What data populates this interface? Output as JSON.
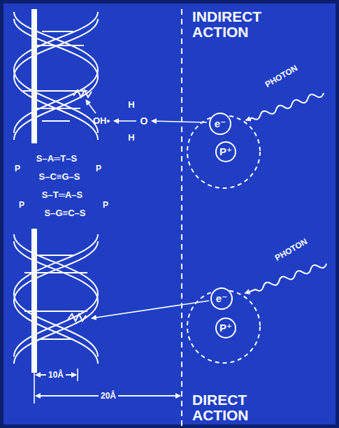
{
  "diagram": {
    "nodes": [
      {
        "text": [
          "e⁻"
        ]
      },
      {
        "text": [
          "P⁺"
        ]
      },
      {
        "text": [
          "e⁻"
        ]
      },
      {
        "text": [
          "P⁺"
        ]
      }
    ],
    "labels": [
      "INDIRECT ACTION",
      "PHOTON",
      "PHOTON",
      "DIRECT ACTION",
      "10Å",
      "20Å",
      "H",
      "O",
      "H",
      "OH•",
      "S–A═T–S",
      "S–C≡G–S",
      "S–T═A–S",
      "S–G≡C–S",
      "P",
      "P",
      "P",
      "P"
    ]
  }
}
